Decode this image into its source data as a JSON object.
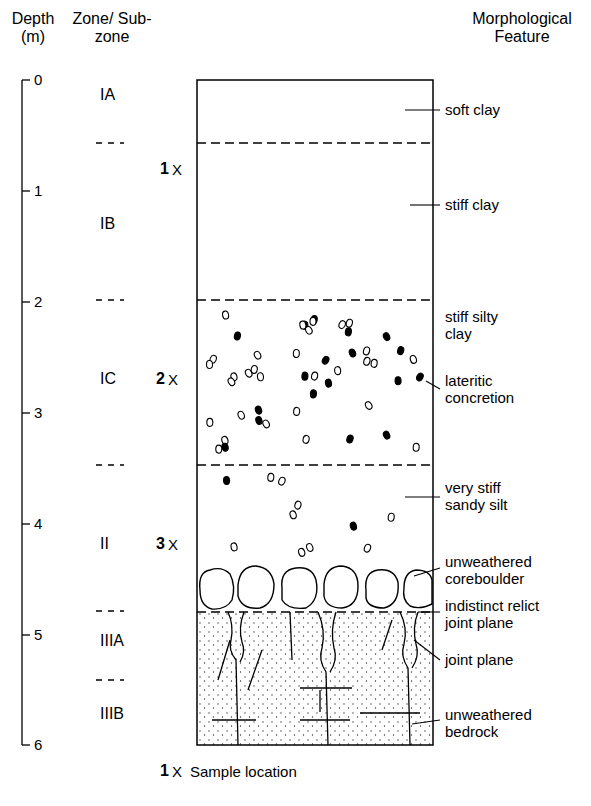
{
  "diagram": {
    "labels": [
      "Depth (m)",
      "Zone/ Sub-zone",
      "Morphological Feature",
      "0",
      "1",
      "2",
      "3",
      "4",
      "5",
      "6",
      "IA",
      "IB",
      "IC",
      "II",
      "IIIA",
      "IIIB",
      "1",
      "X",
      "2",
      "X",
      "3",
      "X",
      "soft clay",
      "stiff clay",
      "stiff silty clay",
      "lateritic concretion",
      "very stiff sandy silt",
      "unweathered coreboulder",
      "indistinct relict joint plane",
      "joint plane",
      "unweathered bedrock",
      "1",
      "X"
    ],
    "legend": [
      {
        "text": "Sample location"
      }
    ]
  }
}
